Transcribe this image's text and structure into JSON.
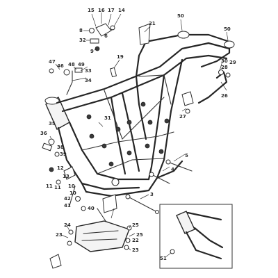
{
  "diagram": {
    "callouts": [
      {
        "id": "c15",
        "label": "15"
      },
      {
        "id": "c16",
        "label": "16"
      },
      {
        "id": "c17",
        "label": "17"
      },
      {
        "id": "c14",
        "label": "14"
      },
      {
        "id": "c8",
        "label": "8"
      },
      {
        "id": "c6",
        "label": "6"
      },
      {
        "id": "c32",
        "label": "32"
      },
      {
        "id": "c9",
        "label": "9"
      },
      {
        "id": "c21",
        "label": "21"
      },
      {
        "id": "c50a",
        "label": "50"
      },
      {
        "id": "c50b",
        "label": "50"
      },
      {
        "id": "c47",
        "label": "47"
      },
      {
        "id": "c46",
        "label": "46"
      },
      {
        "id": "c48",
        "label": "48"
      },
      {
        "id": "c49",
        "label": "49"
      },
      {
        "id": "c33",
        "label": "33"
      },
      {
        "id": "c34",
        "label": "34"
      },
      {
        "id": "c19",
        "label": "19"
      },
      {
        "id": "c30",
        "label": "30"
      },
      {
        "id": "c28",
        "label": "28"
      },
      {
        "id": "c29",
        "label": "29"
      },
      {
        "id": "c26",
        "label": "26"
      },
      {
        "id": "c27",
        "label": "27"
      },
      {
        "id": "c31",
        "label": "31"
      },
      {
        "id": "c35",
        "label": "35"
      },
      {
        "id": "c36",
        "label": "36"
      },
      {
        "id": "c38",
        "label": "38"
      },
      {
        "id": "c39",
        "label": "39"
      },
      {
        "id": "c12",
        "label": "12"
      },
      {
        "id": "c13",
        "label": "13"
      },
      {
        "id": "c11a",
        "label": "11"
      },
      {
        "id": "c10a",
        "label": "10"
      },
      {
        "id": "c10b",
        "label": "10"
      },
      {
        "id": "c11b",
        "label": "11"
      },
      {
        "id": "c42",
        "label": "42"
      },
      {
        "id": "c41",
        "label": "41"
      },
      {
        "id": "c40",
        "label": "40"
      },
      {
        "id": "c3",
        "label": "3"
      },
      {
        "id": "c4",
        "label": "4"
      },
      {
        "id": "c5",
        "label": "5"
      },
      {
        "id": "c24",
        "label": "24"
      },
      {
        "id": "c25a",
        "label": "25"
      },
      {
        "id": "c25b",
        "label": "25"
      },
      {
        "id": "c22",
        "label": "22"
      },
      {
        "id": "c23a",
        "label": "23"
      },
      {
        "id": "c23b",
        "label": "23"
      },
      {
        "id": "c51",
        "label": "51"
      }
    ]
  }
}
